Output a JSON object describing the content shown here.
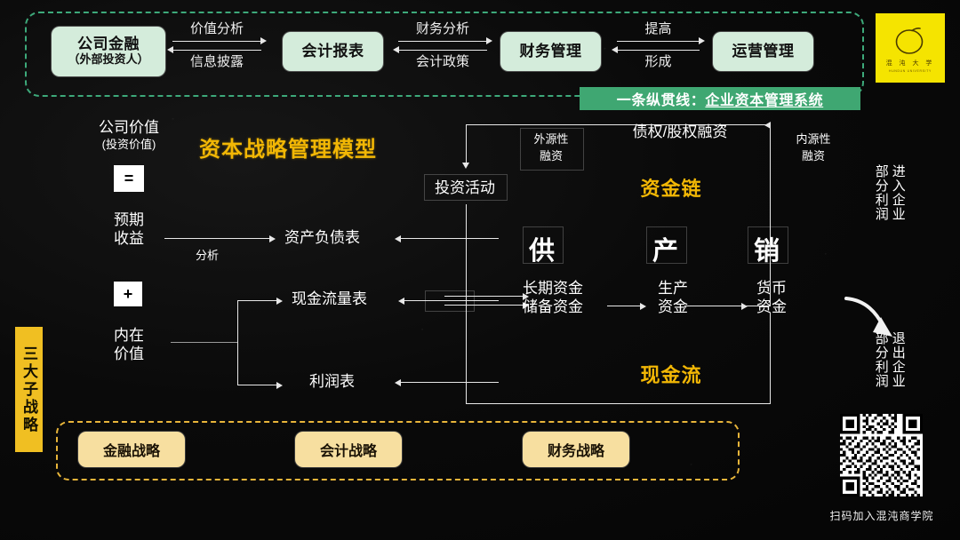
{
  "slide": {
    "title": "资本战略管理模型",
    "banner": {
      "prefix": "一条纵贯线：",
      "emphasis": "企业资本管理系统"
    },
    "logo": {
      "cn": "混 沌 大 学",
      "en": "HUNDUN UNIVERSITY"
    },
    "qr_caption": "扫码加入混沌商学院"
  },
  "top_chain": {
    "boxes": [
      {
        "title": "公司金融",
        "sub": "（外部投资人）"
      },
      {
        "title": "会计报表",
        "sub": ""
      },
      {
        "title": "财务管理",
        "sub": ""
      },
      {
        "title": "运营管理",
        "sub": ""
      }
    ],
    "relations": [
      {
        "forward": "价值分析",
        "backward": "信息披露"
      },
      {
        "forward": "财务分析",
        "backward": "会计政策"
      },
      {
        "forward": "提高",
        "backward": "形成"
      }
    ]
  },
  "value_column": {
    "heading": "公司价值",
    "subheading": "(投资价值)",
    "equals": "=",
    "plus": "+",
    "expected_return": "预期\n收益",
    "expected_return_l1": "预期",
    "expected_return_l2": "收益",
    "intrinsic_value_l1": "内在",
    "intrinsic_value_l2": "价值",
    "analysis_label": "分析"
  },
  "statements": [
    {
      "label": "资产负债表"
    },
    {
      "label": "现金流量表"
    },
    {
      "label": "利润表"
    }
  ],
  "capital_flow": {
    "investment_activity": "投资活动",
    "external_financing_l1": "外源性",
    "external_financing_l2": "融资",
    "internal_financing_l1": "内源性",
    "internal_financing_l2": "融资",
    "debt_equity_financing": "债权/股权融资",
    "capital_chain": "资金链",
    "cash_flow": "现金流",
    "stages": [
      "供",
      "产",
      "销"
    ],
    "funds": [
      {
        "l1": "长期资金",
        "l2": "储备资金"
      },
      {
        "l1": "生产",
        "l2": "资金"
      },
      {
        "l1": "货币",
        "l2": "资金"
      }
    ],
    "profit_in_l1": "部分利润",
    "profit_in_l2": "进入企业",
    "profit_out_l1": "部分利润",
    "profit_out_l2": "退出企业"
  },
  "sub_strategies": {
    "tab_label": "三大子战略",
    "boxes": [
      {
        "label": "金融战略"
      },
      {
        "label": "会计战略"
      },
      {
        "label": "财务战略"
      }
    ]
  },
  "colors": {
    "background": "#000000",
    "green_dash": "#3da97a",
    "mint": "#d4ecdb",
    "banner_green": "#3fa772",
    "gold": "#f2b705",
    "yellow_tab": "#f0bf22",
    "yellow_box": "#f7dfa0",
    "yellow_dash": "#e8b53a",
    "logo_yellow": "#f5e400"
  }
}
